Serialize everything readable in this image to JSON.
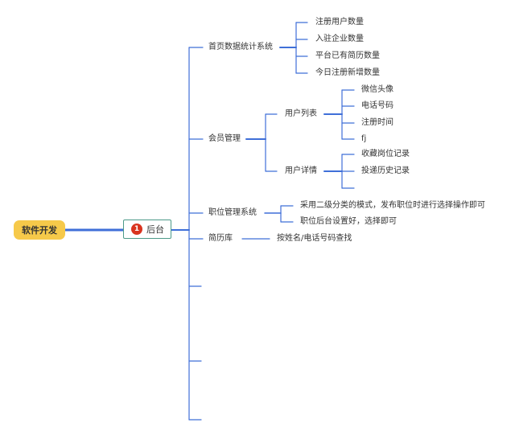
{
  "root": {
    "label": "软件开发"
  },
  "central": {
    "label": "后台",
    "marker": "1"
  },
  "colors": {
    "root_fill": "#f6c94a",
    "line": "#3f6fd8",
    "marker": "#d9341f",
    "central_border": "#4c9a88"
  },
  "branches": {
    "stats": {
      "label": "首页数据统计系统",
      "children": [
        "注册用户数量",
        "入驻企业数量",
        "平台已有简历数量",
        "今日注册新增数量"
      ]
    },
    "members": {
      "label": "会员管理",
      "user_list": {
        "label": "用户列表",
        "children": [
          "微信头像",
          "电话号码",
          "注册时间",
          "fj"
        ]
      },
      "user_detail": {
        "label": "用户详情",
        "children": [
          "收藏岗位记录",
          "投递历史记录"
        ]
      }
    },
    "jobs": {
      "label": "职位管理系统",
      "children": [
        "采用二级分类的模式，发布职位时进行选择操作即可",
        "职位后台设置好，选择即可"
      ]
    },
    "resumes": {
      "label": "简历库",
      "children": [
        "按姓名/电话号码查找"
      ]
    }
  }
}
